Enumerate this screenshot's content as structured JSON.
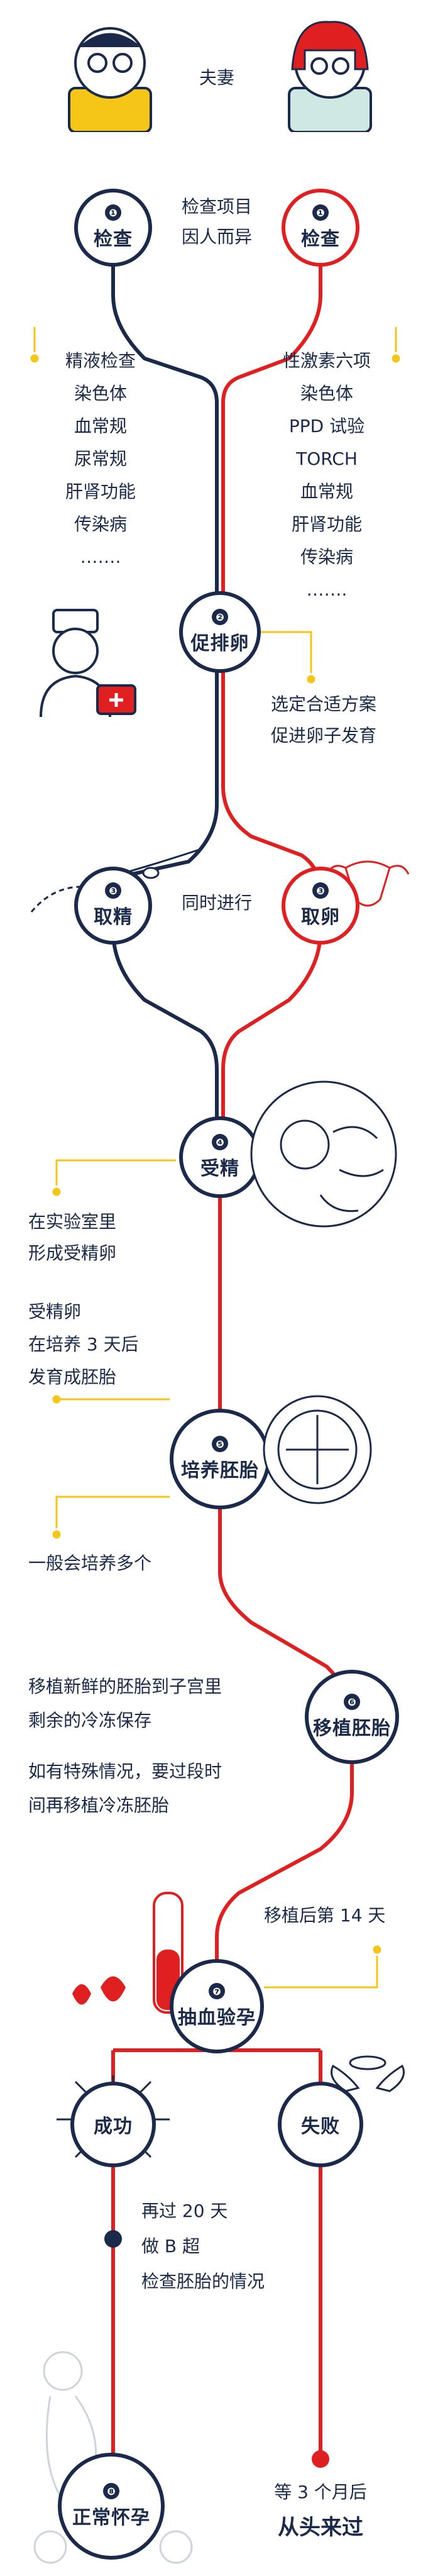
{
  "title": "夫妻",
  "step1": {
    "num": "❶",
    "label": "检查",
    "note_line1": "检查项目",
    "note_line2": "因人而异"
  },
  "male_tests": [
    "精液检查",
    "染色体",
    "血常规",
    "尿常规",
    "肝肾功能",
    "传染病",
    "……."
  ],
  "female_tests": [
    "性激素六项",
    "染色体",
    "PPD 试验",
    "TORCH",
    "血常规",
    "肝肾功能",
    "传染病",
    "……."
  ],
  "step2": {
    "num": "❷",
    "label": "促排卵",
    "note_line1": "选定合适方案",
    "note_line2": "促进卵子发育"
  },
  "step3": {
    "num": "❸",
    "left_label": "取精",
    "right_label": "取卵",
    "note": "同时进行"
  },
  "step4": {
    "num": "❹",
    "label": "受精",
    "note_line1": "在实验室里",
    "note_line2": "形成受精卵"
  },
  "step5": {
    "num": "❺",
    "label": "培养胚胎",
    "note_top1": "受精卵",
    "note_top2": "在培养 3 天后",
    "note_top3": "发育成胚胎",
    "note_bottom": "一般会培养多个"
  },
  "step6": {
    "num": "❻",
    "label": "移植胚胎",
    "note1": "移植新鲜的胚胎到子宫里",
    "note2": "剩余的冷冻保存",
    "note3": "如有特殊情况，要过段时",
    "note4": "间再移植冷冻胚胎"
  },
  "step7": {
    "num": "❼",
    "label": "抽血验孕",
    "note": "移植后第 14 天"
  },
  "success": {
    "label": "成功",
    "note1": "再过 20 天",
    "note2": "做 B 超",
    "note3": "检查胚胎的情况"
  },
  "fail": {
    "label": "失败",
    "note1": "等 3 个月后",
    "note2": "从头来过"
  },
  "step8": {
    "num": "❽",
    "label": "正常怀孕"
  },
  "colors": {
    "navy": "#1b2a4a",
    "red": "#e02020",
    "yellow": "#f5c518"
  }
}
